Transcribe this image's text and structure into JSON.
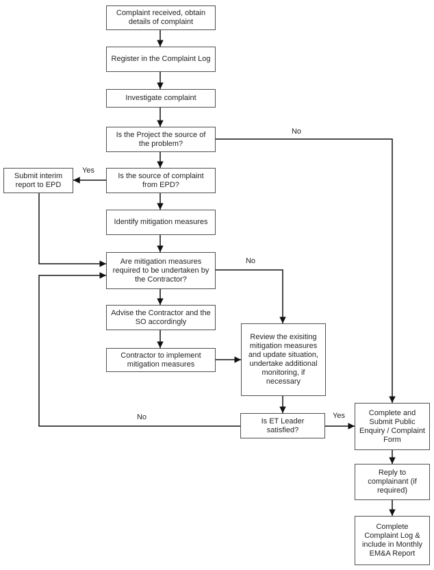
{
  "flowchart": {
    "nodes": {
      "complaint_received": "Complaint received, obtain details of complaint",
      "register_log": "Register in the Complaint Log",
      "investigate": "Investigate complaint",
      "project_source": "Is the Project the source of the problem?",
      "submit_interim": "Submit interim report to EPD",
      "source_epd": "Is the source of complaint from EPD?",
      "identify_mitigation": "Identify mitigation measures",
      "mitigation_required": "Are mitigation measures required to be undertaken by the Contractor?",
      "advise_contractor": "Advise the Contractor and the SO accordingly",
      "implement_mitigation": "Contractor to implement mitigation measures",
      "review_existing": "Review the exisiting mitigation measures and update situation, undertake additional monitoring, if necessary",
      "et_satisfied": "Is ET Leader satisfied?",
      "complete_form": "Complete and Submit Public Enquiry / Complaint Form",
      "reply_complainant": "Reply to complainant (if required)",
      "complete_log": "Complete Complaint Log & include in Monthly EM&A Report"
    },
    "edge_labels": {
      "project_source_no": "No",
      "source_epd_yes": "Yes",
      "mitigation_required_no": "No",
      "et_satisfied_no": "No",
      "et_satisfied_yes": "Yes"
    },
    "colors": {
      "background": "#ffffff",
      "box_border": "#4f4f4f",
      "connector": "#111111",
      "text": "#1f1f1f"
    }
  }
}
